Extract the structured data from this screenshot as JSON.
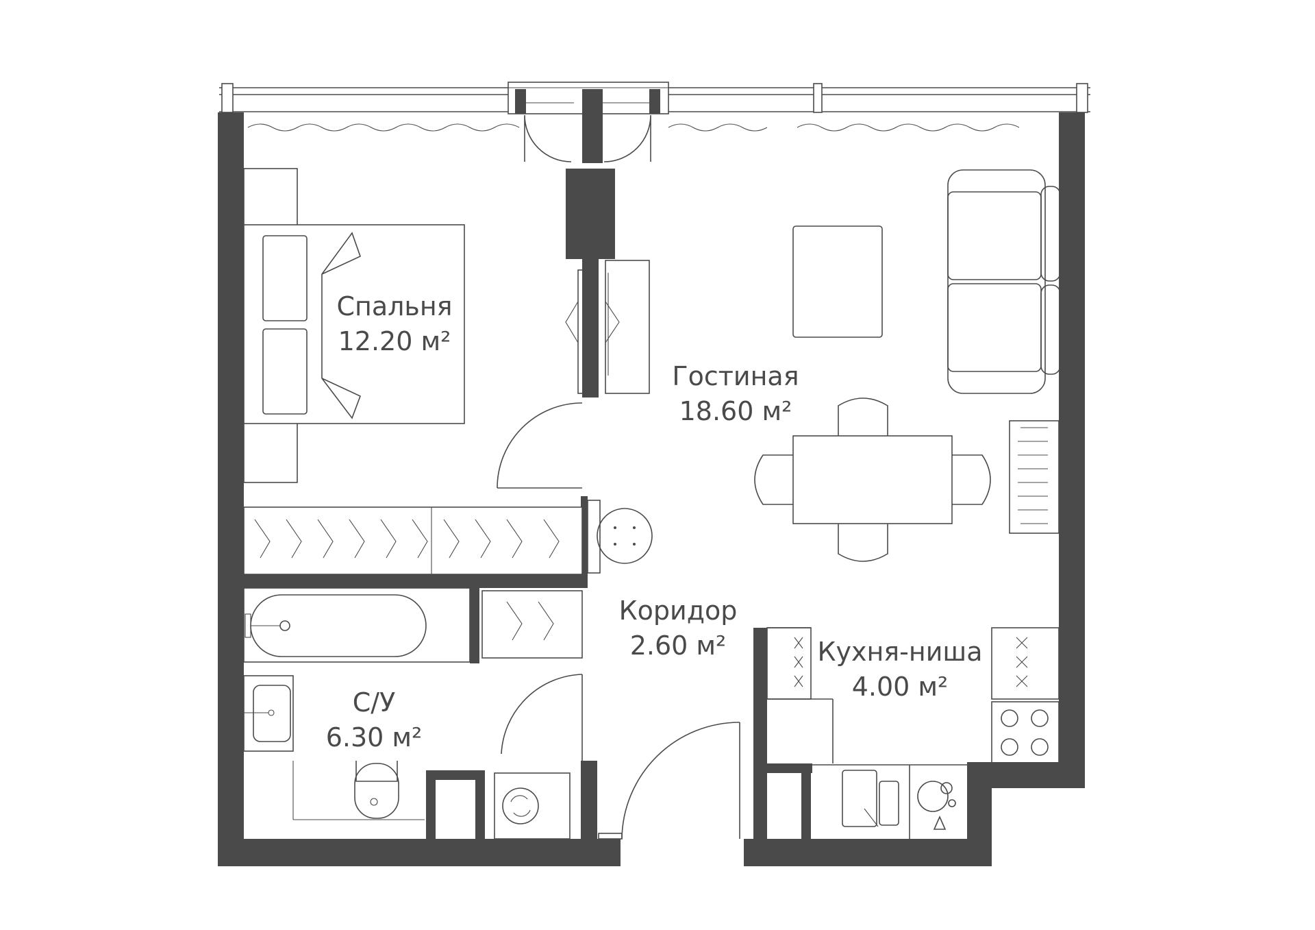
{
  "rooms": {
    "bedroom": {
      "name": "Спальня",
      "area": "12.20 м²"
    },
    "living": {
      "name": "Гостиная",
      "area": "18.60 м²"
    },
    "corridor": {
      "name": "Коридор",
      "area": "2.60 м²"
    },
    "kitchen": {
      "name": "Кухня-ниша",
      "area": "4.00 м²"
    },
    "bathroom": {
      "name": "С/У",
      "area": "6.30 м²"
    }
  },
  "colors": {
    "wall": "#4a4a4a",
    "background": "#ffffff"
  }
}
